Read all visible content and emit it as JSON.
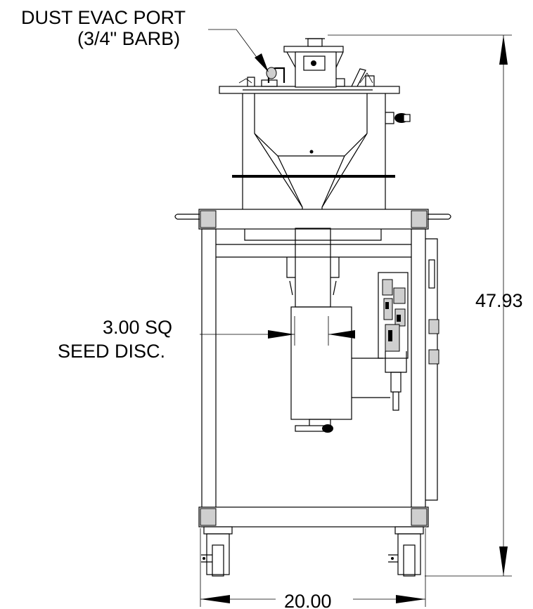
{
  "callouts": {
    "dust_evac_line1": "DUST EVAC PORT",
    "dust_evac_line2": "(3/4\" BARB)",
    "seed_disc_line1": "3.00 SQ",
    "seed_disc_line2": "SEED DISC."
  },
  "dimensions": {
    "height": "47.93",
    "width": "20.00"
  }
}
